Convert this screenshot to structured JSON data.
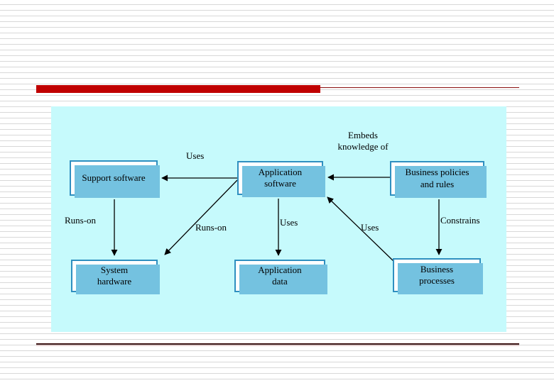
{
  "slide": {
    "background_color": "#ffffff",
    "stripe_color": "#d8d8d8",
    "accent_bar_color": "#c00000",
    "rule_color": "#8a1010",
    "bottom_rule_color": "#3d1313",
    "panel_color": "#c6fafc",
    "node_border_color": "#2f8fc0",
    "node_shadow_color": "#74c2e0",
    "node_fill_color": "#ffffff",
    "connector_color": "#000000"
  },
  "diagram": {
    "type": "block-relationship-diagram",
    "nodes": [
      {
        "id": "support-software",
        "label": "Support software",
        "row": "top",
        "col": "left"
      },
      {
        "id": "application-software",
        "label": "Application\nsoftware",
        "row": "top",
        "col": "center"
      },
      {
        "id": "business-policies",
        "label": "Business policies\nand rules",
        "row": "top",
        "col": "right"
      },
      {
        "id": "system-hardware",
        "label": "System\nhardware",
        "row": "bottom",
        "col": "left"
      },
      {
        "id": "application-data",
        "label": "Application\ndata",
        "row": "bottom",
        "col": "center"
      },
      {
        "id": "business-processes",
        "label": "Business\nprocesses",
        "row": "bottom",
        "col": "right"
      }
    ],
    "node_labels": {
      "support_software": "Support software",
      "application_software_line1": "Application",
      "application_software_line2": "software",
      "business_policies_line1": "Business policies",
      "business_policies_line2": "and rules",
      "system_hardware_line1": "System",
      "system_hardware_line2": "hardware",
      "application_data_line1": "Application",
      "application_data_line2": "data",
      "business_processes_line1": "Business",
      "business_processes_line2": "processes"
    },
    "edges": [
      {
        "id": "uses-support",
        "from": "application-software",
        "to": "support-software",
        "label": "Uses"
      },
      {
        "id": "embeds-knowledge",
        "from": "business-policies",
        "to": "application-software",
        "label": "Embeds knowledge of"
      },
      {
        "id": "runs-on-support",
        "from": "support-software",
        "to": "system-hardware",
        "label": "Runs-on"
      },
      {
        "id": "runs-on-diagonal",
        "from": "application-software",
        "to": "system-hardware",
        "label": "Runs-on"
      },
      {
        "id": "uses-appdata",
        "from": "application-software",
        "to": "application-data",
        "label": "Uses"
      },
      {
        "id": "uses-processes",
        "from": "business-processes",
        "to": "application-software",
        "label": "Uses"
      },
      {
        "id": "constrains",
        "from": "business-policies",
        "to": "business-processes",
        "label": "Constrains"
      }
    ],
    "edge_labels": {
      "uses_support": "Uses",
      "embeds_line1": "Embeds",
      "embeds_line2": "knowledge of",
      "runs_on_support": "Runs-on",
      "runs_on_diagonal": "Runs-on",
      "uses_appdata": "Uses",
      "uses_processes": "Uses",
      "constrains": "Constrains"
    }
  }
}
